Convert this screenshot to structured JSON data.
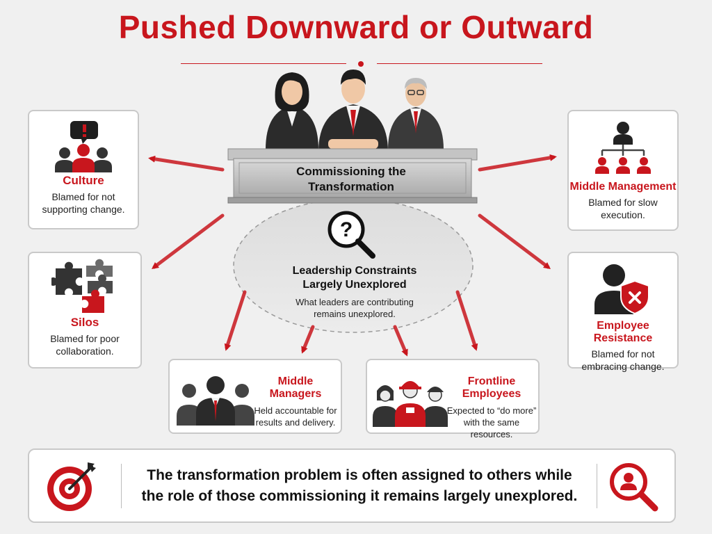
{
  "title": "Pushed Downward or Outward",
  "podium": {
    "label_line1": "Commissioning the",
    "label_line2": "Transformation"
  },
  "center": {
    "title_line1": "Leadership Constraints",
    "title_line2": "Largely Unexplored",
    "desc_line1": "What leaders are contributing",
    "desc_line2": "remains unexplored."
  },
  "cards": {
    "culture": {
      "title": "Culture",
      "desc_line1": "Blamed for not",
      "desc_line2": "supporting change."
    },
    "silos": {
      "title": "Silos",
      "desc_line1": "Blamed for poor",
      "desc_line2": "collaboration."
    },
    "middle_management": {
      "title": "Middle Management",
      "desc_line1": "Blamed for slow",
      "desc_line2": "execution."
    },
    "employee_resistance": {
      "title": "Employee Resistance",
      "desc_line1": "Blamed for not",
      "desc_line2": "embracing change."
    },
    "middle_managers": {
      "title": "Middle Managers",
      "desc_line1": "Held accountable for",
      "desc_line2": "results and delivery."
    },
    "frontline_employees": {
      "title": "Frontline Employees",
      "desc_line1": "Expected to “do more”",
      "desc_line2": "with the same resources."
    }
  },
  "banner": {
    "line1": "The transformation problem is often assigned to others while",
    "line2": "the role of those commissioning it remains largely unexplored."
  },
  "colors": {
    "accent": "#c8161d",
    "dark": "#333333",
    "card_border": "#c9c9c9",
    "background": "#f0f0f0"
  },
  "icons": [
    "speech-alert-icon",
    "people-group-icon",
    "puzzle-icon",
    "org-chart-icon",
    "shield-x-icon",
    "magnifier-question-icon",
    "target-icon",
    "magnifier-person-icon"
  ]
}
